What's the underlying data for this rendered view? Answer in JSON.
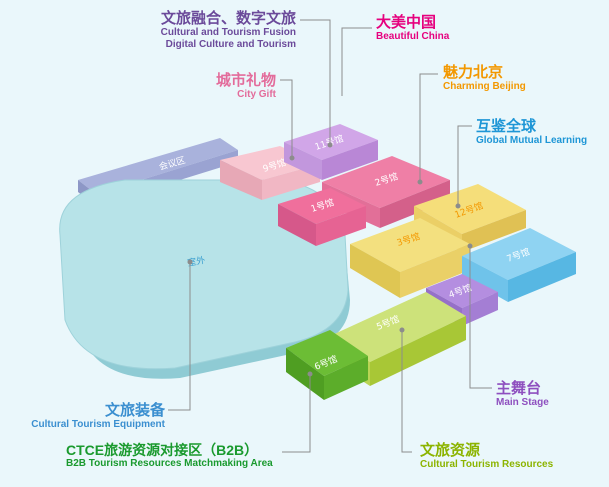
{
  "zones": {
    "culture_digital": {
      "cn": "文旅融合、数字文旅",
      "en1": "Cultural and Tourism Fusion",
      "en2": "Digital Culture and Tourism",
      "color": "#6b4a9a"
    },
    "beautiful_china": {
      "cn": "大美中国",
      "en": "Beautiful China",
      "color": "#e6007e"
    },
    "city_gift": {
      "cn": "城市礼物",
      "en": "City Gift",
      "color": "#e36c9b"
    },
    "charming_beijing": {
      "cn": "魅力北京",
      "en": "Charming Beijing",
      "color": "#f39800"
    },
    "global_learning": {
      "cn": "互鉴全球",
      "en": "Global Mutual Learning",
      "color": "#1e96d6"
    },
    "main_stage": {
      "cn": "主舞台",
      "en": "Main Stage",
      "color": "#8e4fbf"
    },
    "cultural_resources": {
      "cn": "文旅资源",
      "en": "Cultural Tourism Resources",
      "color": "#8cb400"
    },
    "b2b": {
      "cn": "CTCE旅游资源对接区（B2B）",
      "en": "B2B Tourism Resources Matchmaking Area",
      "color": "#1a9a2e"
    },
    "equipment": {
      "cn": "文旅装备",
      "en": "Cultural Tourism Equipment",
      "color": "#3b8fd0"
    }
  },
  "halls": {
    "meeting": "会议区",
    "outdoor": "室外",
    "h1": "1号馆",
    "h2": "2号馆",
    "h3": "3号馆",
    "h4": "4号馆",
    "h5": "5号馆",
    "h6": "6号馆",
    "h7": "7号馆",
    "h9": "9号馆",
    "h11": "11号馆",
    "h12": "12号馆"
  },
  "colors": {
    "background": "#eaf7fb",
    "connector": "#8c8c8c"
  }
}
